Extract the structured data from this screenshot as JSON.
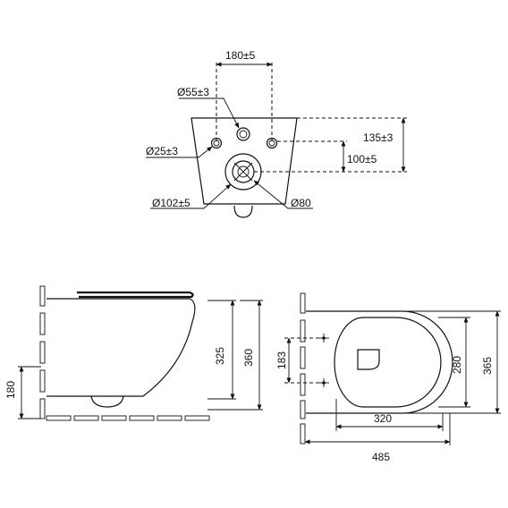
{
  "labels": {
    "top_spacing": "180±5",
    "top_hole_dia": "Ø55±3",
    "fix_hole_dia": "Ø25±3",
    "outlet_dia_102": "Ø102±5",
    "outlet_dia_80": "Ø80",
    "height_135": "135±3",
    "height_100": "100±5",
    "side_325": "325",
    "side_360": "360",
    "side_180": "180",
    "plan_183": "183",
    "plan_320": "320",
    "plan_280": "280",
    "plan_365": "365",
    "plan_485": "485"
  }
}
